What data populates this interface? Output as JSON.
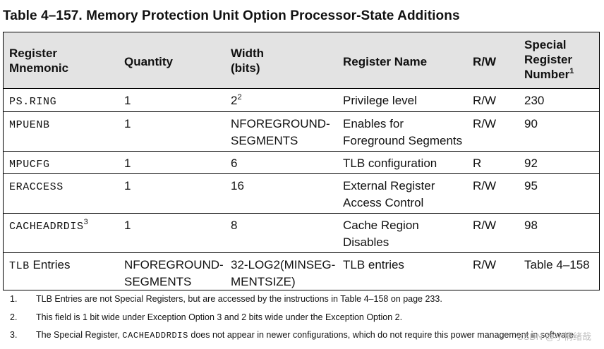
{
  "title": "Table 4–157.  Memory Protection Unit Option Processor-State Additions",
  "headers": {
    "mnemonic": [
      "Register",
      "Mnemonic"
    ],
    "quantity": [
      "Quantity"
    ],
    "width": [
      "Width",
      "(bits)"
    ],
    "name": [
      "Register Name"
    ],
    "rw": [
      "R/W"
    ],
    "srn": [
      "Special",
      "Register",
      "Number"
    ],
    "srn_note": "1"
  },
  "rows": [
    {
      "mnemonic": "PS.RING",
      "mnemonic_note": "",
      "mnemonic_suffix": "",
      "quantity": [
        "1"
      ],
      "width": [
        "2"
      ],
      "width_note": "2",
      "name": [
        "Privilege level"
      ],
      "rw": "R/W",
      "srn": "230"
    },
    {
      "mnemonic": "MPUENB",
      "mnemonic_note": "",
      "mnemonic_suffix": "",
      "quantity": [
        "1"
      ],
      "width": [
        "NFOREGROUND-",
        "SEGMENTS"
      ],
      "width_note": "",
      "name": [
        "Enables for",
        "Foreground Segments"
      ],
      "rw": "R/W",
      "srn": "90"
    },
    {
      "mnemonic": "MPUCFG",
      "mnemonic_note": "",
      "mnemonic_suffix": "",
      "quantity": [
        "1"
      ],
      "width": [
        "6"
      ],
      "width_note": "",
      "name": [
        "TLB configuration"
      ],
      "rw": "R",
      "srn": "92"
    },
    {
      "mnemonic": "ERACCESS",
      "mnemonic_note": "",
      "mnemonic_suffix": "",
      "quantity": [
        "1"
      ],
      "width": [
        "16"
      ],
      "width_note": "",
      "name": [
        "External Register",
        "Access Control"
      ],
      "rw": "R/W",
      "srn": "95"
    },
    {
      "mnemonic": "CACHEADRDIS",
      "mnemonic_note": "3",
      "mnemonic_suffix": "",
      "quantity": [
        "1"
      ],
      "width": [
        "8"
      ],
      "width_note": "",
      "name": [
        "Cache Region",
        "Disables"
      ],
      "rw": "R/W",
      "srn": "98"
    },
    {
      "mnemonic": "TLB",
      "mnemonic_note": "",
      "mnemonic_suffix": " Entries",
      "quantity": [
        "NFOREGROUND-",
        "SEGMENTS"
      ],
      "width": [
        "32-LOG2(MINSEG-",
        "MENTSIZE)"
      ],
      "width_note": "",
      "name": [
        "TLB entries"
      ],
      "rw": "R/W",
      "srn": "Table 4–158"
    }
  ],
  "notes": [
    {
      "num": "1.",
      "text": "TLB Entries are not Special Registers, but are accessed by the instructions in Table 4–158 on page 233."
    },
    {
      "num": "2.",
      "text": "This field is 1 bit wide under Exception Option 3 and 2 bits wide under the Exception Option 2."
    },
    {
      "num": "3.",
      "pre": "The Special Register, ",
      "code": "CACHEADDRDIS",
      "post": " does not appear in newer configurations, which do not require this power management in software."
    }
  ],
  "watermark": "CSDN @小情绪哉"
}
